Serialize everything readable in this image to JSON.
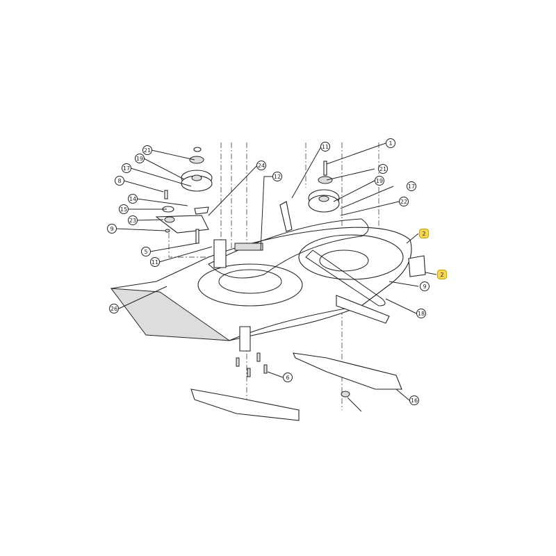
{
  "highlight_color": "#f6d654",
  "callouts": [
    {
      "id": "c21a",
      "label": "21"
    },
    {
      "id": "c19a",
      "label": "19"
    },
    {
      "id": "c17a",
      "label": "17"
    },
    {
      "id": "c8",
      "label": "8"
    },
    {
      "id": "c14",
      "label": "14"
    },
    {
      "id": "c15",
      "label": "15"
    },
    {
      "id": "c23",
      "label": "23"
    },
    {
      "id": "c9a",
      "label": "9"
    },
    {
      "id": "c5",
      "label": "5"
    },
    {
      "id": "c11a",
      "label": "11"
    },
    {
      "id": "c24",
      "label": "24"
    },
    {
      "id": "c12",
      "label": "12"
    },
    {
      "id": "c26",
      "label": "26"
    },
    {
      "id": "c11b",
      "label": "11"
    },
    {
      "id": "c1",
      "label": "1"
    },
    {
      "id": "c21b",
      "label": "21"
    },
    {
      "id": "c19b",
      "label": "19"
    },
    {
      "id": "c17b",
      "label": "17"
    },
    {
      "id": "c22",
      "label": "22"
    },
    {
      "id": "c2a",
      "label": "2",
      "highlighted": true
    },
    {
      "id": "c2b",
      "label": "2",
      "highlighted": true
    },
    {
      "id": "c9b",
      "label": "9"
    },
    {
      "id": "c18",
      "label": "18"
    },
    {
      "id": "c6",
      "label": "6"
    },
    {
      "id": "c16",
      "label": "16"
    }
  ]
}
